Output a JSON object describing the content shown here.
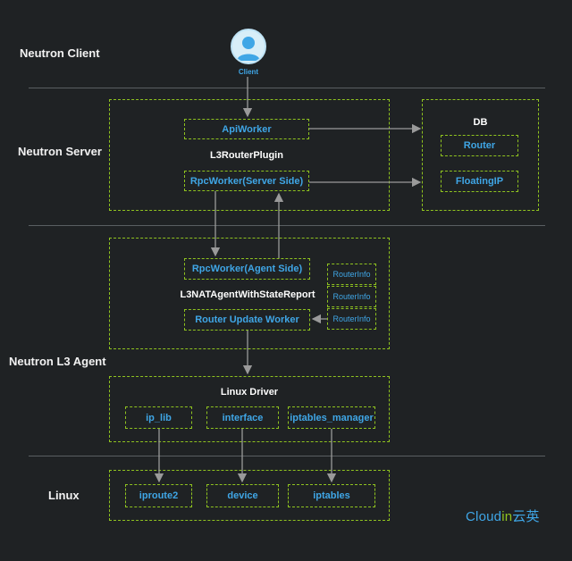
{
  "layers": {
    "client": "Neutron Client",
    "server": "Neutron Server",
    "agent": "Neutron L3 Agent",
    "linux": "Linux"
  },
  "client": {
    "label": "Client",
    "icon": "user-icon"
  },
  "server": {
    "api_worker": "ApiWorker",
    "plugin_title": "L3RouterPlugin",
    "rpc_worker": "RpcWorker(Server Side)"
  },
  "db": {
    "title": "DB",
    "router": "Router",
    "floating_ip": "FloatingIP"
  },
  "agent": {
    "rpc_worker": "RpcWorker(Agent Side)",
    "agent_title": "L3NATAgentWithStateReport",
    "update_worker": "Router Update Worker",
    "router_info": [
      "RouterInfo",
      "RouterInfo",
      "RouterInfo"
    ]
  },
  "driver": {
    "title": "Linux Driver",
    "items": [
      "ip_lib",
      "interface",
      "iptables_manager"
    ]
  },
  "linux": {
    "items": [
      "iproute2",
      "device",
      "iptables"
    ]
  },
  "brand": {
    "main": "Cloud",
    "accent": "in",
    "tail": "云英"
  },
  "colors": {
    "background": "#1f2224",
    "dashed_border": "#8fc31f",
    "node_text": "#3fa6e6",
    "arrow": "#9a9a9a"
  }
}
